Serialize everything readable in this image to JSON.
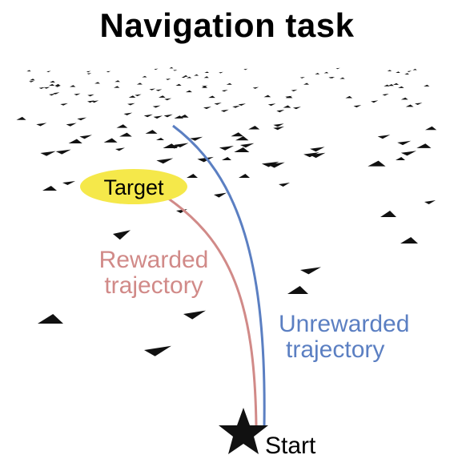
{
  "title": "Navigation task",
  "target_label": "Target",
  "start_label": "Start",
  "rewarded_label": [
    "Rewarded",
    "trajectory"
  ],
  "unrewarded_label": [
    "Unrewarded",
    "trajectory"
  ],
  "colors": {
    "rewarded": "#d18a88",
    "unrewarded": "#5b7fc2",
    "target_fill": "#f5e84a",
    "landmark": "#111111"
  },
  "icons": {
    "start": "star-icon",
    "landmarks": "triangle-landmark-icon"
  }
}
